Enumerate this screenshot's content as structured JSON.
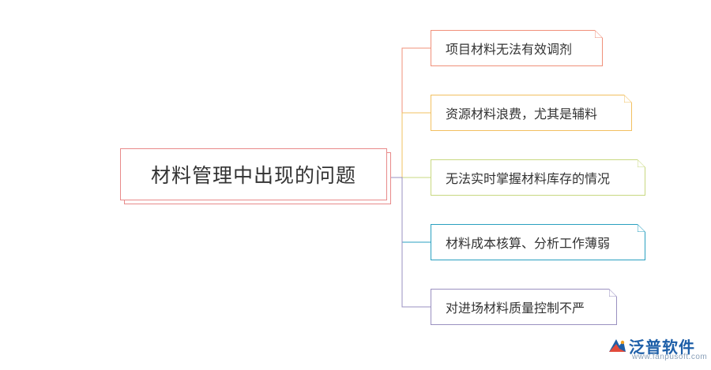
{
  "root": {
    "label": "材料管理中出现的问题",
    "color": "#e88a8a"
  },
  "branches": [
    {
      "label": "项目材料无法有效调剂",
      "color": "#f0907a"
    },
    {
      "label": "资源材料浪费，尤其是辅料",
      "color": "#f2c060"
    },
    {
      "label": "无法实时掌握材料库存的情况",
      "color": "#c8d880"
    },
    {
      "label": "材料成本核算、分析工作薄弱",
      "color": "#2aa0c0"
    },
    {
      "label": "对进场材料质量控制不严",
      "color": "#9a90c0"
    }
  ],
  "watermark": {
    "brand": "泛普软件",
    "url": "www.fanpusoft.com",
    "brand_color": "#1e5fa8"
  }
}
